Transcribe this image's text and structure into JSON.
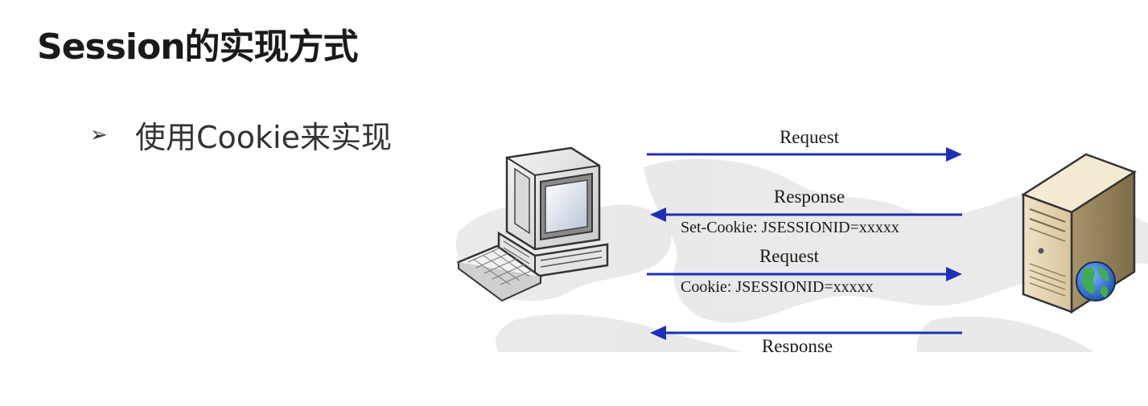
{
  "slide": {
    "title": "Session的实现方式",
    "bullet": {
      "glyph": "➢",
      "text": "使用Cookie来实现"
    }
  },
  "diagram": {
    "client_icon": "desktop-computer-icon",
    "server_icon": "server-tower-globe-icon",
    "arrow_color": "#1f2fb5",
    "messages": [
      {
        "label": "Request",
        "detail": "",
        "direction": "to-server"
      },
      {
        "label": "Response",
        "detail": "Set-Cookie: JSESSIONID=xxxxx",
        "direction": "to-client"
      },
      {
        "label": "Request",
        "detail": "Cookie: JSESSIONID=xxxxx",
        "direction": "to-server"
      },
      {
        "label": "Response",
        "detail": "",
        "direction": "to-client"
      }
    ]
  }
}
